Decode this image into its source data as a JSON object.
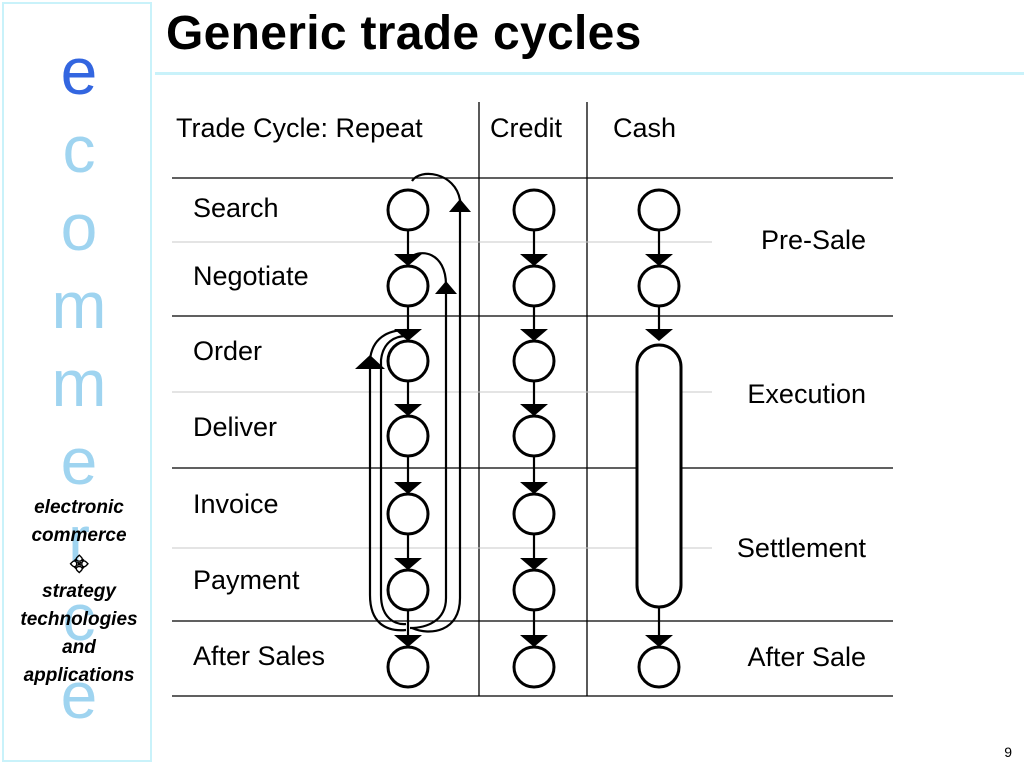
{
  "slide": {
    "title": "Generic trade cycles",
    "page_number": "9"
  },
  "sidebar": {
    "letters": [
      "e",
      "c",
      "o",
      "m",
      "m",
      "e",
      "r",
      "c",
      "e"
    ],
    "caption": [
      "electronic",
      "commerce",
      "strategy",
      "technologies",
      "and",
      "applications"
    ],
    "divider_icon": "diamond-icon"
  },
  "diagram": {
    "headers": {
      "repeat": "Trade Cycle: Repeat",
      "credit": "Credit",
      "cash": "Cash"
    },
    "steps": [
      "Search",
      "Negotiate",
      "Order",
      "Deliver",
      "Invoice",
      "Payment",
      "After Sales"
    ],
    "phases": [
      "Pre-Sale",
      "Execution",
      "Settlement",
      "After Sale"
    ]
  }
}
